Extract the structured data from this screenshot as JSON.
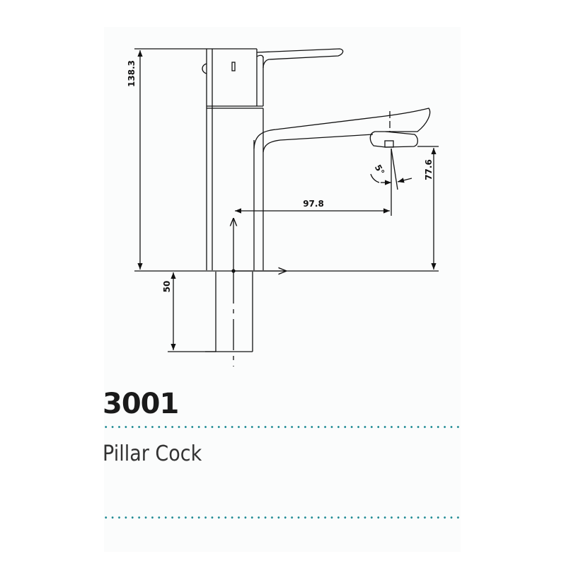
{
  "product": {
    "model_number": "3001",
    "name": "Pillar Cock"
  },
  "dimensions": {
    "total_height": "138.3",
    "spout_height": "77.6",
    "spout_reach": "97.8",
    "tail_length": "50",
    "aerator_angle": "5°"
  },
  "colors": {
    "line": "#111111",
    "divider": "#1e8a93"
  }
}
